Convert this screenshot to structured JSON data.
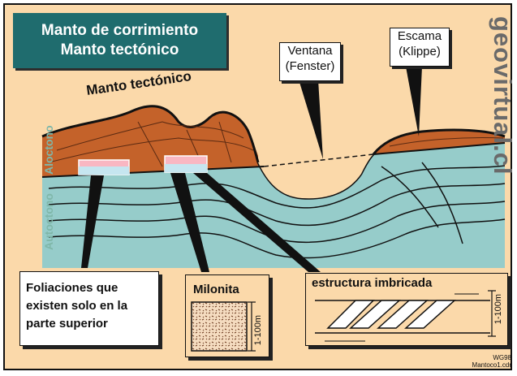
{
  "title": {
    "line1": "Manto de corrimiento",
    "line2": "Manto tectónico"
  },
  "labels": {
    "manto_tectonico": "Manto tectónico",
    "ventana_line1": "Ventana",
    "ventana_line2": "(Fenster)",
    "escama_line1": "Escama",
    "escama_line2": "(Klippe)",
    "aloctono": "Aloctono",
    "autoctono": "Autoctono",
    "brand": "geovirtual.cl"
  },
  "boxes": {
    "foliaciones_line1": "Foliaciones que",
    "foliaciones_line2": "existen solo en la",
    "foliaciones_line3": "parte superior",
    "milonita": "Milonita",
    "milonita_scale": "1-100m",
    "estructura": "estructura imbricada",
    "estructura_scale": "1-100m"
  },
  "footer": {
    "line1": "WG98",
    "line2": "Mantoco1.cdr"
  },
  "colors": {
    "background": "#fbd9aa",
    "title_box": "#1f6c6e",
    "nappe": "#c4622a",
    "autochthon": "#96ccca",
    "side_label": "#7fb7a9"
  }
}
